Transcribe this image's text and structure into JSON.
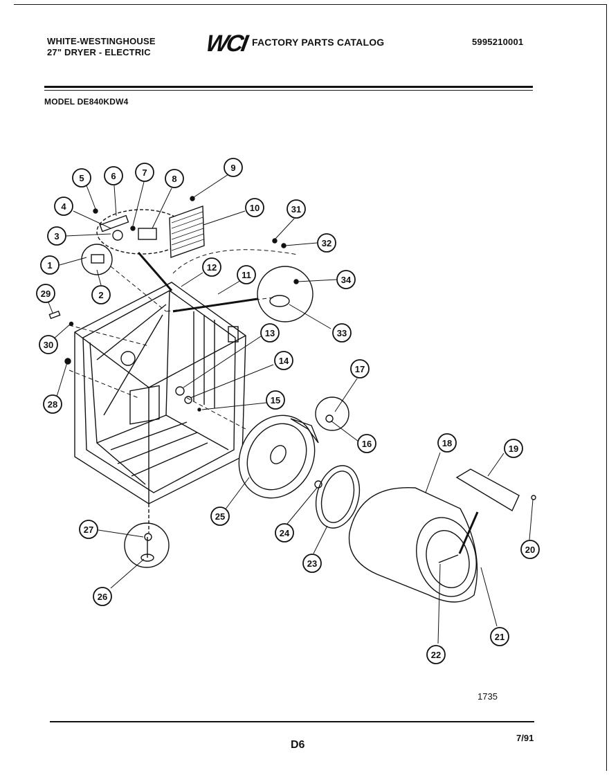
{
  "header": {
    "brand_line1": "WHITE-WESTINGHOUSE",
    "brand_line2": "27\" DRYER - ELECTRIC",
    "logo_text": "WCI",
    "catalog_title": "FACTORY PARTS CATALOG",
    "catalog_number": "5995210001",
    "model_label": "MODEL DE840KDW4"
  },
  "diagram": {
    "callouts": [
      "1",
      "2",
      "3",
      "4",
      "5",
      "6",
      "7",
      "8",
      "9",
      "10",
      "11",
      "12",
      "13",
      "14",
      "15",
      "16",
      "17",
      "18",
      "19",
      "20",
      "21",
      "22",
      "23",
      "24",
      "25",
      "26",
      "27",
      "28",
      "29",
      "30",
      "31",
      "32",
      "33",
      "34"
    ]
  },
  "footer": {
    "figure_number": "1735",
    "page_number": "D6",
    "date": "7/91"
  }
}
